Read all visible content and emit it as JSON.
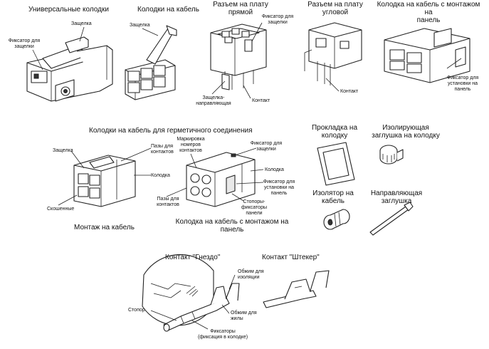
{
  "titles": {
    "universal": "Универсальные колодки",
    "cable": "Колодки на кабель",
    "board_straight": "Разъем на плату\nпрямой",
    "board_angle": "Разъем на плату\nугловой",
    "panel_cable": "Колодка на кабель с монтажом на\nпанель",
    "sealed": "Колодки на кабель для герметичного соединения",
    "gasket": "Прокладка на\nколодку",
    "plug": "Изолирующая\nзаглушка на колодку",
    "insulator": "Изолятор на\nкабель",
    "guide_plug": "Направляющая\nзаглушка",
    "cable_mount": "Монтаж на кабель",
    "panel_cable2": "Колодка на кабель с монтажом на\nпанель",
    "socket": "Контакт \"Гнездо\"",
    "pin": "Контакт \"Штекер\""
  },
  "labels": {
    "latch_retainer_1": "Фиксатор для\nзащелки",
    "latch_1": "Защелка",
    "latch_2": "Защелка",
    "latch_retainer_2": "Фиксатор для\nзащелки",
    "latch_guide": "Защелка-\nнаправляющая",
    "contact_1": "Контакт",
    "contact_2": "Контакт",
    "panel_retainer_1": "Фиксатор для\nустановки на\nпанель",
    "latch_3": "Защелка",
    "contact_slots_1": "Пазы для\nконтактов",
    "housing_1": "Колодка",
    "beveled": "Скошенные",
    "number_marking": "Маркировка\nномеров\nконтактов",
    "latch_retainer_3": "Фиксатор для\nзащелки",
    "housing_2": "Колодка",
    "panel_retainer_2": "Фиксатор для\nустановки на\nпанель",
    "contact_slots_2": "Пазы для\nконтактов",
    "panel_stoppers": "Стопоры-\nфиксаторы\nпанели",
    "insulation_crimp": "Обжим для\nизоляции",
    "wire_crimp": "Обжим для\nжилы",
    "stopper": "Стопор",
    "retainers": "Фиксаторы\n(фиксация в колодке)"
  }
}
